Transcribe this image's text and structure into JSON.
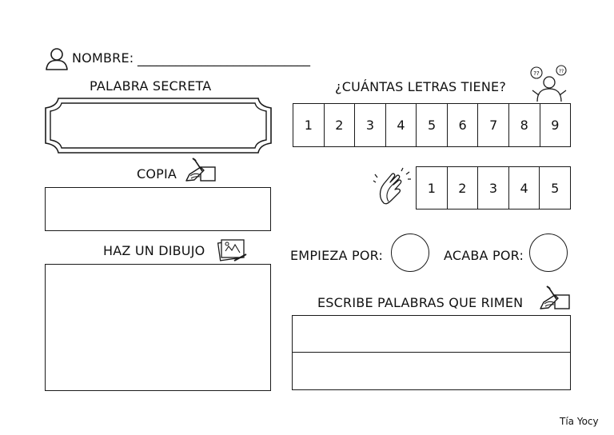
{
  "header": {
    "name_label": "NOMBRE:",
    "name_line": "___________________________"
  },
  "left": {
    "secret_word_label": "PALABRA SECRETA",
    "copy_label": "COPIA",
    "draw_label": "HAZ UN DIBUJO"
  },
  "right": {
    "letters_question": "¿CUÁNTAS LETRAS TIENE?",
    "letter_counts": [
      "1",
      "2",
      "3",
      "4",
      "5",
      "6",
      "7",
      "8",
      "9"
    ],
    "syllable_counts": [
      "1",
      "2",
      "3",
      "4",
      "5"
    ],
    "starts_with_label": "EMPIEZA POR:",
    "ends_with_label": "ACABA POR:",
    "rhymes_label": "ESCRIBE PALABRAS QUE RIMEN"
  },
  "footer": {
    "credit": "Tía Yocy"
  },
  "icons": {
    "user": "user-outline-icon",
    "thinking": "thinking-person-icon",
    "write_hand": "writing-hand-icon",
    "clap": "clapping-hands-icon",
    "drawing": "drawing-paper-icon"
  }
}
